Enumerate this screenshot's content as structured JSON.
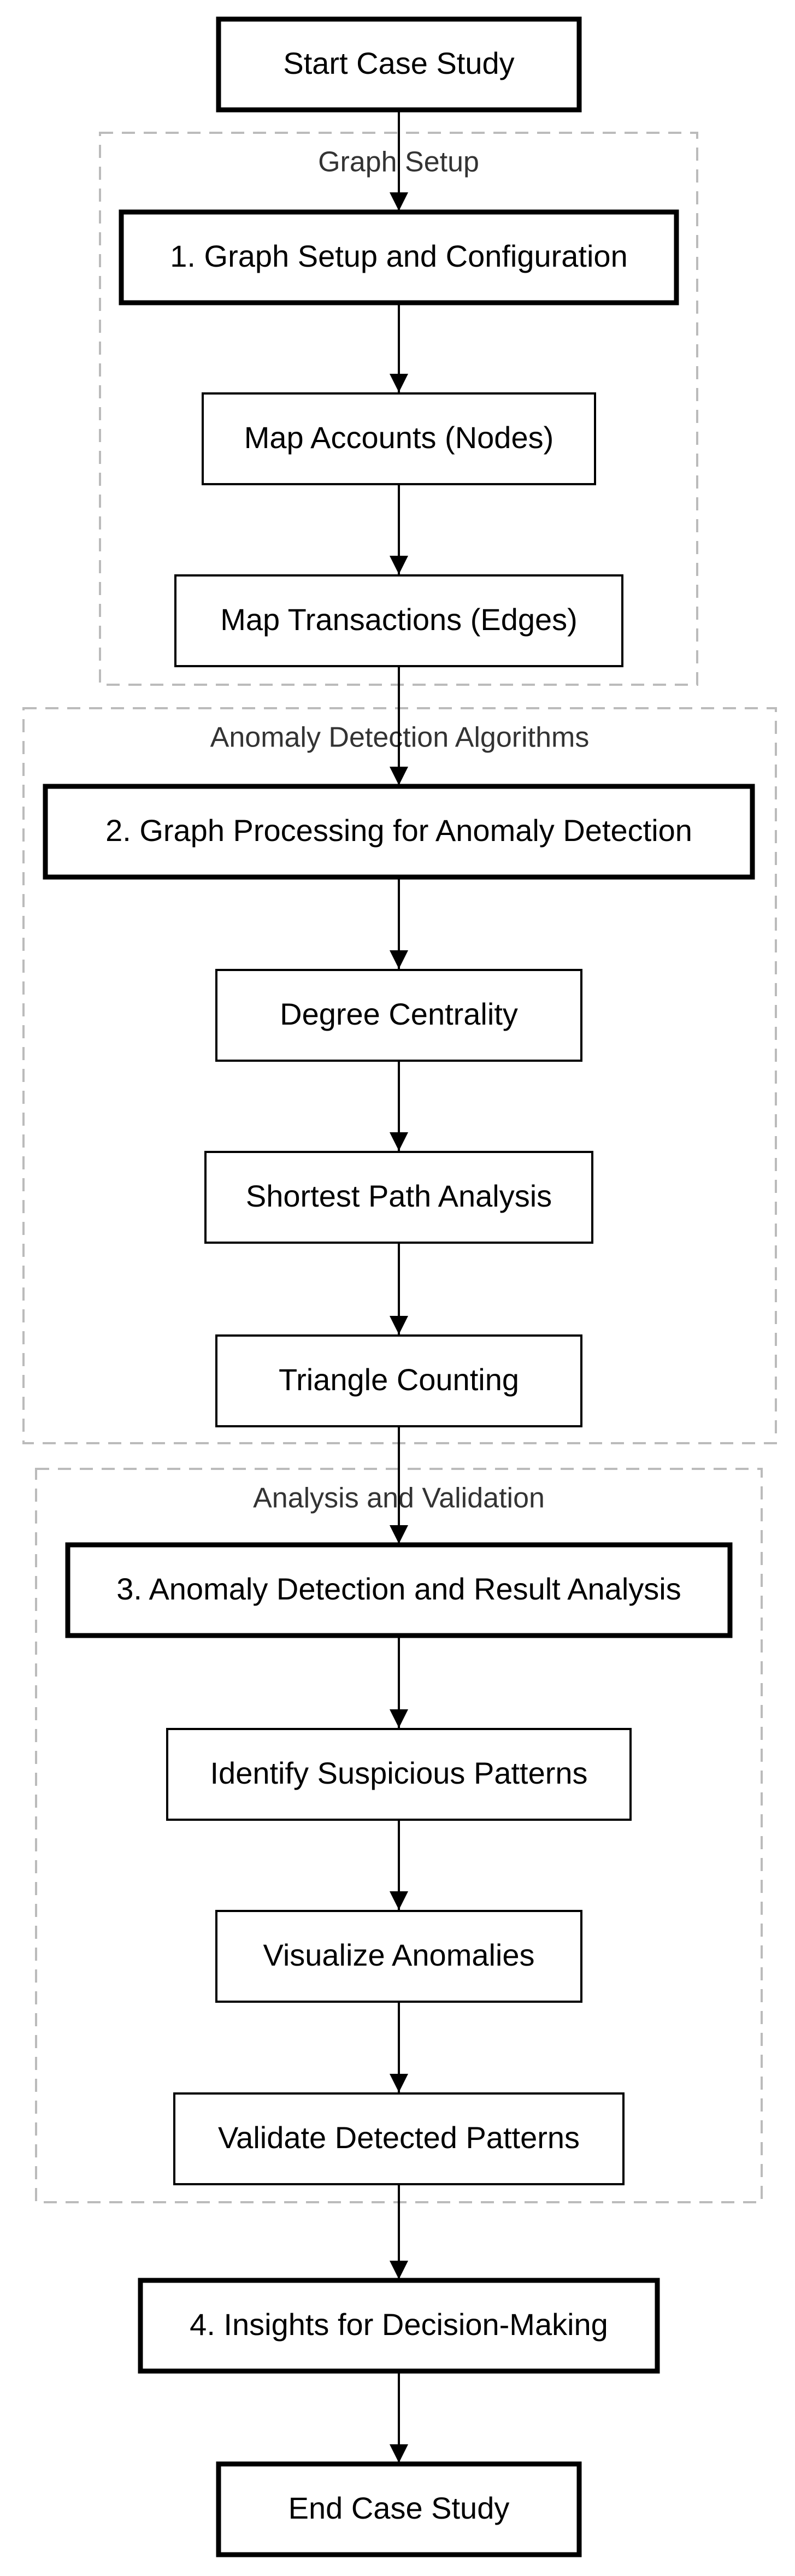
{
  "diagram": {
    "clusters": [
      {
        "id": "setup",
        "label": "Graph Setup"
      },
      {
        "id": "algorithms",
        "label": "Anomaly Detection Algorithms"
      },
      {
        "id": "analysis",
        "label": "Analysis and Validation"
      }
    ],
    "nodes": [
      {
        "id": "start",
        "label": "Start Case Study",
        "emphasis": true
      },
      {
        "id": "setup_main",
        "label": "1. Graph Setup and Configuration",
        "emphasis": true,
        "cluster": "setup"
      },
      {
        "id": "map_accounts",
        "label": "Map Accounts (Nodes)",
        "emphasis": false,
        "cluster": "setup"
      },
      {
        "id": "map_transactions",
        "label": "Map Transactions (Edges)",
        "emphasis": false,
        "cluster": "setup"
      },
      {
        "id": "processing",
        "label": "2. Graph Processing for Anomaly Detection",
        "emphasis": true,
        "cluster": "algorithms"
      },
      {
        "id": "degree",
        "label": "Degree Centrality",
        "emphasis": false,
        "cluster": "algorithms"
      },
      {
        "id": "shortest",
        "label": "Shortest Path Analysis",
        "emphasis": false,
        "cluster": "algorithms"
      },
      {
        "id": "triangle",
        "label": "Triangle Counting",
        "emphasis": false,
        "cluster": "algorithms"
      },
      {
        "id": "anomaly",
        "label": "3. Anomaly Detection and Result Analysis",
        "emphasis": true,
        "cluster": "analysis"
      },
      {
        "id": "identify",
        "label": "Identify Suspicious Patterns",
        "emphasis": false,
        "cluster": "analysis"
      },
      {
        "id": "visualize",
        "label": "Visualize Anomalies",
        "emphasis": false,
        "cluster": "analysis"
      },
      {
        "id": "validate",
        "label": "Validate Detected Patterns",
        "emphasis": false,
        "cluster": "analysis"
      },
      {
        "id": "insights",
        "label": "4. Insights for Decision-Making",
        "emphasis": true
      },
      {
        "id": "end",
        "label": "End Case Study",
        "emphasis": true
      }
    ],
    "edges": [
      [
        "start",
        "setup_main"
      ],
      [
        "setup_main",
        "map_accounts"
      ],
      [
        "map_accounts",
        "map_transactions"
      ],
      [
        "map_transactions",
        "processing"
      ],
      [
        "processing",
        "degree"
      ],
      [
        "degree",
        "shortest"
      ],
      [
        "shortest",
        "triangle"
      ],
      [
        "triangle",
        "anomaly"
      ],
      [
        "anomaly",
        "identify"
      ],
      [
        "identify",
        "visualize"
      ],
      [
        "visualize",
        "validate"
      ],
      [
        "validate",
        "insights"
      ],
      [
        "insights",
        "end"
      ]
    ],
    "colors": {
      "stroke": "#000000",
      "cluster_stroke": "#bbbbbb",
      "background": "#ffffff"
    }
  }
}
